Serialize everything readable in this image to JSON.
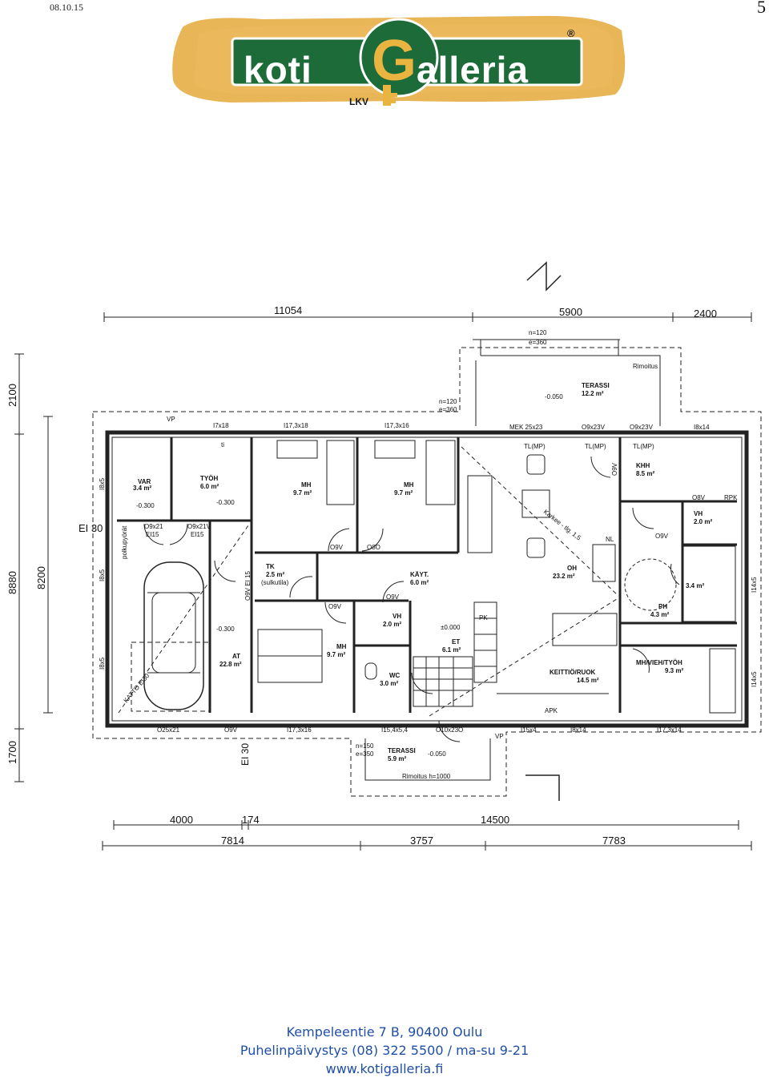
{
  "header": {
    "date": "08.10.15",
    "page_number": "5"
  },
  "logo": {
    "left_text": "koti",
    "right_text": "alleria",
    "sub_text": "LKV",
    "registered": "®",
    "colors": {
      "green": "#1e6b3a",
      "gold": "#e0a63a",
      "white": "#ffffff"
    }
  },
  "plan": {
    "dimensions_top": [
      "11054",
      "5900",
      "2400"
    ],
    "dimensions_left": [
      "2100",
      "8880",
      "8200",
      "1700"
    ],
    "dimensions_bottom_1": [
      "4000",
      "174",
      "14500"
    ],
    "dimensions_bottom_2": [
      "7814",
      "3757",
      "7783"
    ],
    "rooms": {
      "terassi_top": {
        "name": "TERASSI",
        "area": "12.2 m²",
        "level": "-0.050"
      },
      "var": {
        "name": "VAR",
        "area": "3.4 m²",
        "level": "-0.300"
      },
      "tyoh": {
        "name": "TYÖH",
        "area": "6.0 m²",
        "level": "-0.300"
      },
      "mh1": {
        "name": "MH",
        "area": "9.7 m²"
      },
      "mh2": {
        "name": "MH",
        "area": "9.7 m²"
      },
      "khh": {
        "name": "KHH",
        "area": "8.5 m²"
      },
      "vh_right": {
        "name": "VH",
        "area": "2.0 m²"
      },
      "tk": {
        "name": "TK",
        "area": "2.5 m²",
        "note": "(sulkutila)"
      },
      "kayt": {
        "name": "KÄYT.",
        "area": "6.0 m²"
      },
      "oh": {
        "name": "OH",
        "area": "23.2 m²"
      },
      "s": {
        "area": "3.4 m²"
      },
      "ph": {
        "name": "PH",
        "area": "4.3 m²"
      },
      "vh_mid": {
        "name": "VH",
        "area": "2.0 m²"
      },
      "et": {
        "name": "ET",
        "area": "6.1 m²",
        "level": "±0.000"
      },
      "at": {
        "name": "AT",
        "area": "22.8 m²",
        "level": "-0.300"
      },
      "mh3": {
        "name": "MH",
        "area": "9.7 m²"
      },
      "wc": {
        "name": "WC",
        "area": "3.0 m²"
      },
      "keittio": {
        "name": "KEITTIÖ/RUOK",
        "area": "14.5 m²"
      },
      "mhvieh": {
        "name": "MH/VIEH/TYÖH",
        "area": "9.3 m²"
      },
      "terassi_bottom": {
        "name": "TERASSI",
        "area": "5.9 m²",
        "level": "-0.050"
      }
    },
    "labels": {
      "n120": "n=120",
      "e360": "e=360",
      "rimoitus": "Rimoitus",
      "n120b": "n=120",
      "e360b": "e=360",
      "vp_top": "VP",
      "i7x18": "I7x18",
      "i173x18": "I17,3x18",
      "i173x16": "I17,3x16",
      "mek": "MEK 25x23",
      "o9x23v_a": "O9x23V",
      "o9x23v_b": "O9x23V",
      "i8x14": "I8x14",
      "tlmp1": "TL(MP)",
      "tlmp2": "TL(MP)",
      "tlmp3": "TL(MP)",
      "o8v": "O8V",
      "rpk": "RPK",
      "ei30": "EI 30",
      "o9x21": "O9x21",
      "ei15a": "EI15",
      "o9x21v": "O9x21V",
      "ei15b": "EI15",
      "polkupyorat": "polkupyörät",
      "o9v_1": "O9V",
      "o9v_2": "O9V",
      "o9v_3": "O9V",
      "o9v_4": "O9V",
      "o9v_5": "O9V",
      "o8o": "O8O",
      "karkee": "Karkee - tlg. 1,5",
      "nl": "NL",
      "kattoei30": "KATTO EI30",
      "ei15c": "O9V EI 15",
      "o25x21": "O25x21",
      "o9v_b": "O9V",
      "ei30b": "EI 30",
      "i173x16b": "I17,3x16",
      "i154x54": "I15,4x5,4",
      "o10x23o": "O10x23O",
      "vp_bottom": "VP",
      "i15x4": "I15x4",
      "i8x14b": "I8x14",
      "i173x14": "I17,3x14",
      "n150": "n=150",
      "e350": "e=350",
      "rimoitus_h": "Rimoitus h=1000",
      "i8x5a": "I8x5",
      "i8x5b": "I8x5",
      "i8x5c": "I8x5",
      "i14x5a": "I14x5",
      "i14x5b": "I14x5",
      "ti": "ti",
      "apk": "APK",
      "pk": "PK"
    }
  },
  "footer": {
    "address": "Kempeleentie 7 B, 90400 Oulu",
    "phone": "Puhelinpäivystys (08) 322 5500 / ma-su 9-21",
    "web": "www.kotigalleria.fi"
  }
}
